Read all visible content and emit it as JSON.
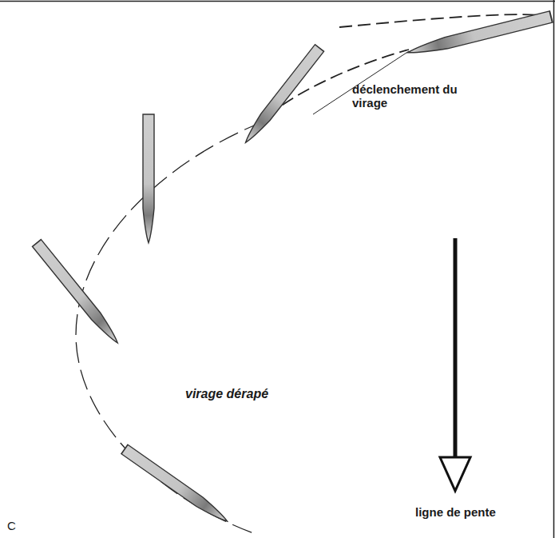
{
  "diagram": {
    "labels": [
      "déclenchement du virage",
      "virage dérapé",
      "ligne de pente",
      "C"
    ]
  }
}
